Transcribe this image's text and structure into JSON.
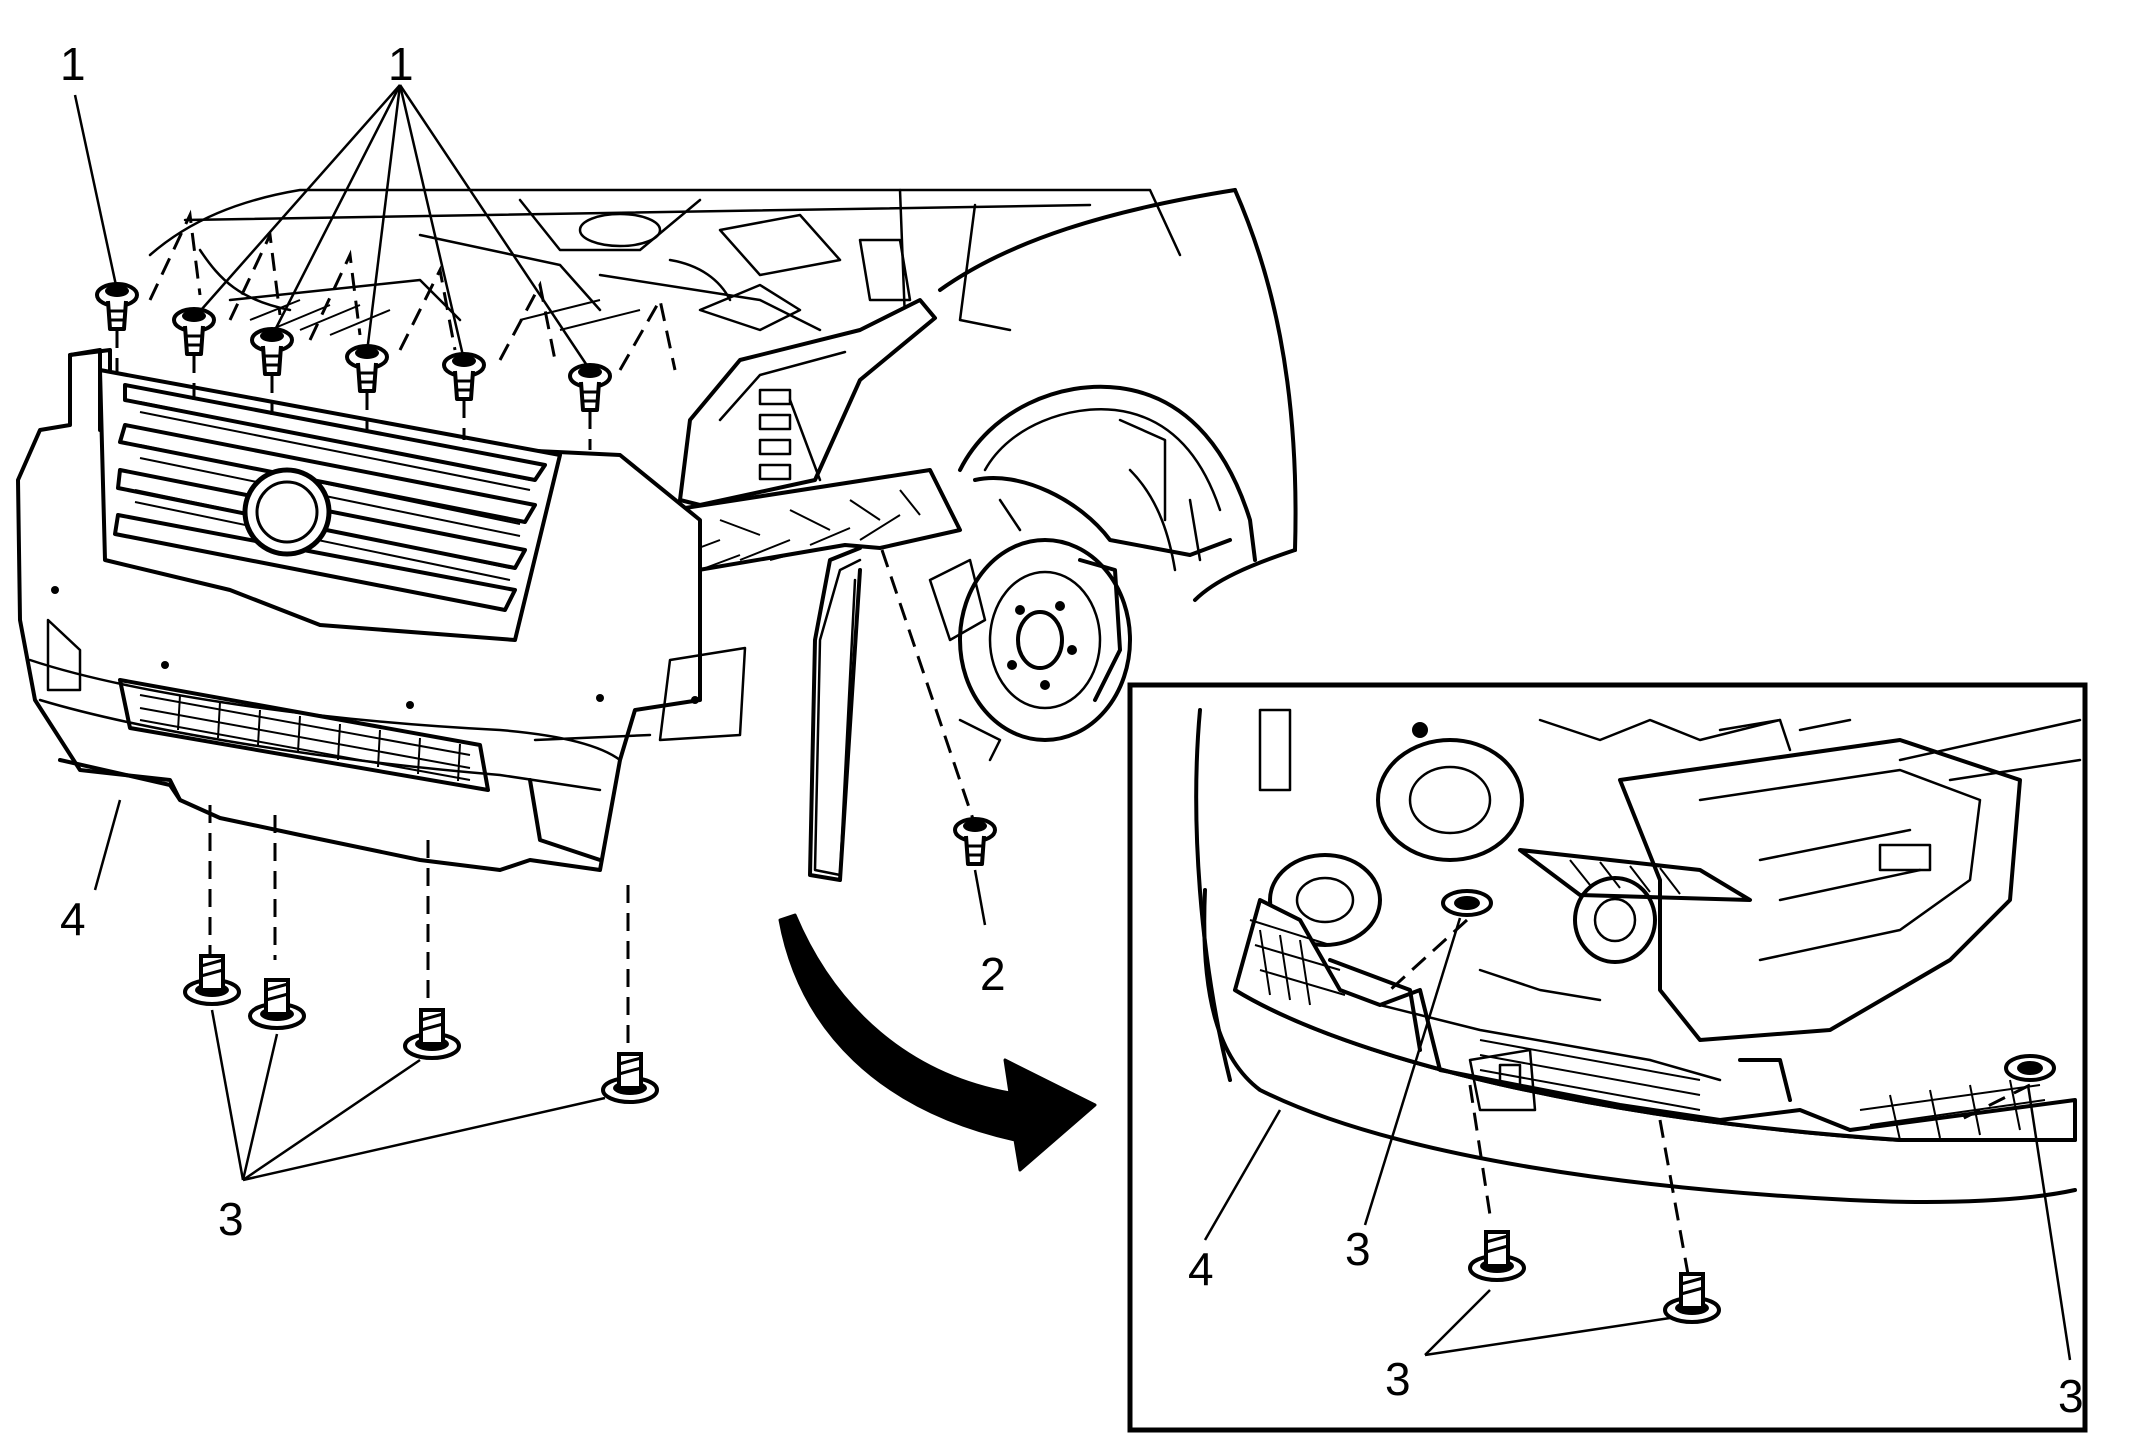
{
  "callouts": {
    "c1_left": "1",
    "c1_group": "1",
    "c2": "2",
    "c3_main": "3",
    "c4_main": "4",
    "c4_inset": "4",
    "c3_inset_left": "3",
    "c3_inset_bottom": "3",
    "c3_inset_right": "3"
  },
  "icons": {
    "fastener": "push-pin-retainer-icon",
    "bolt": "flange-bolt-icon",
    "arrow": "curved-arrow-icon"
  }
}
